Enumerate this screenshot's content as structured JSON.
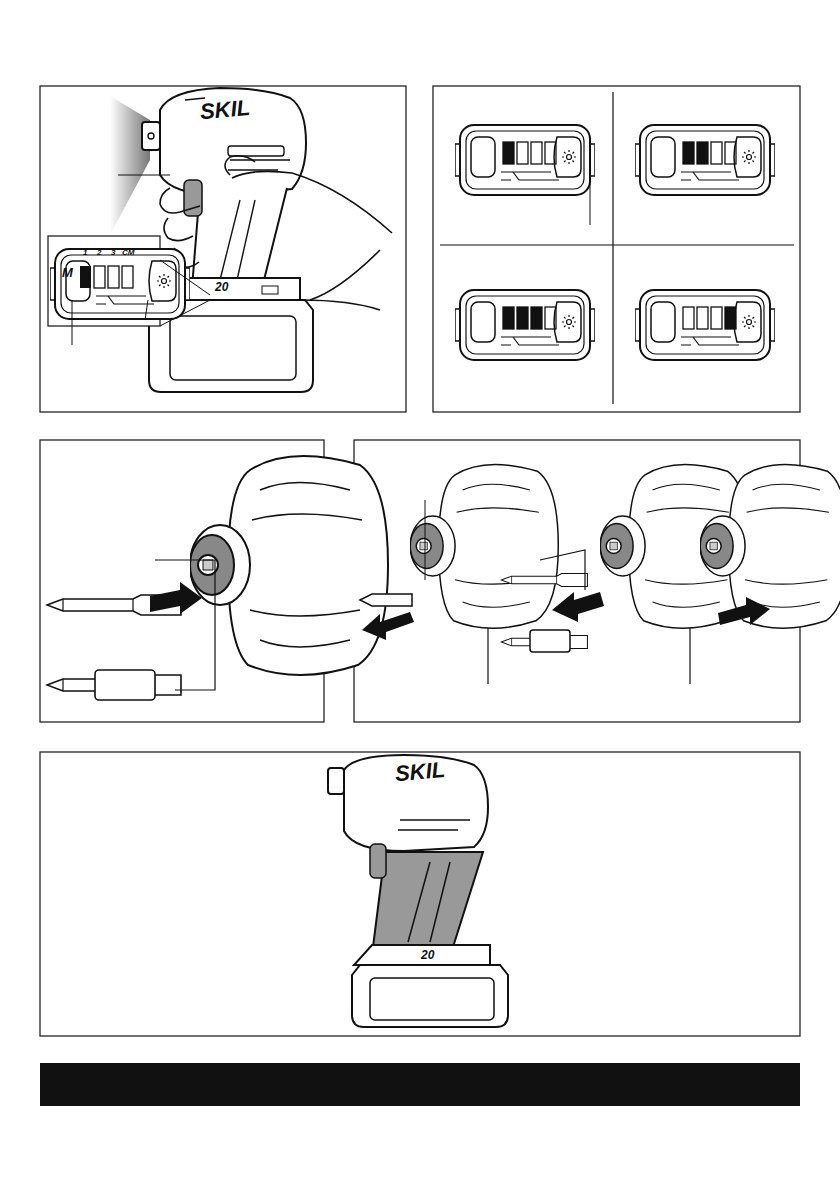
{
  "diagram": {
    "labels": [
      "SKIL",
      "20",
      "M",
      "1",
      "2",
      "3",
      "CM",
      "SKIL",
      "20"
    ]
  }
}
